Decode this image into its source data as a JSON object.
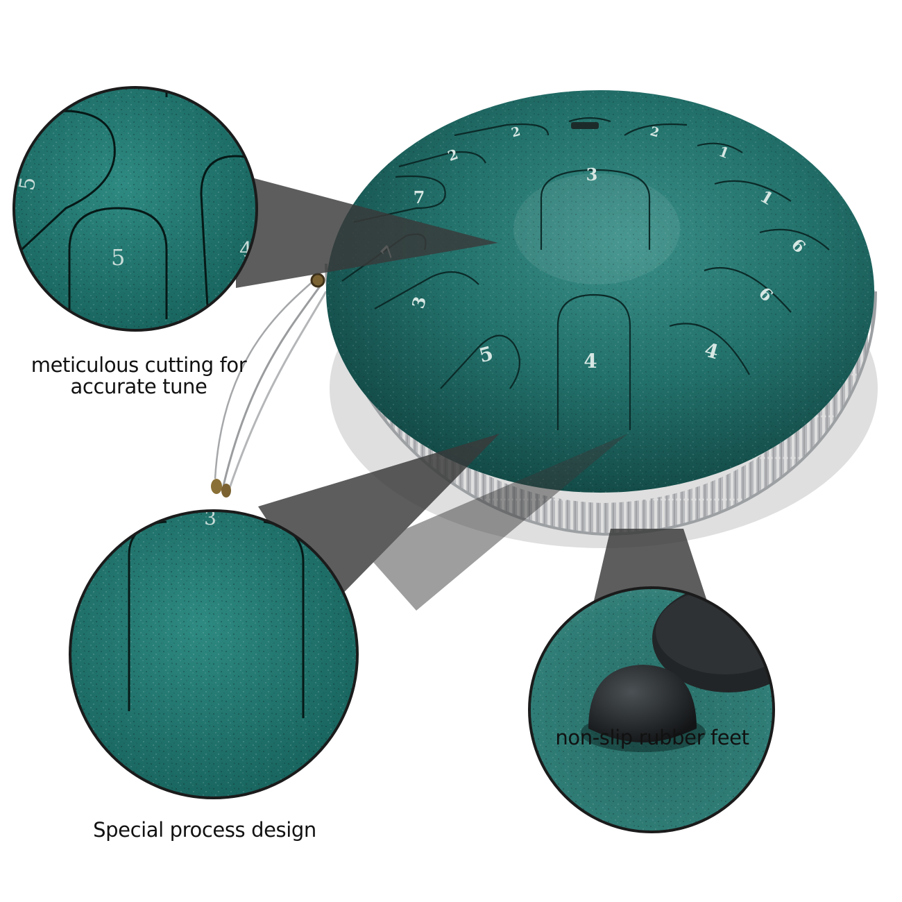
{
  "product": {
    "name": "",
    "colors": {
      "body": "#1f6e68",
      "body_dark": "#0e3f3c",
      "body_light": "#2f8a82",
      "fringe": "#b6b8bb",
      "callout_shadow": "#4a4a4a",
      "rubber_foot": "#2a2d2f"
    },
    "tongue_numbers": [
      "3",
      "2",
      "1",
      "1",
      "6",
      "6",
      "4",
      "4",
      "5",
      "3",
      "7",
      "7",
      "2",
      "2"
    ]
  },
  "callouts": [
    {
      "id": "cutting",
      "caption": "meticulous cutting for\naccurate tune",
      "detail_numbers": [
        "5",
        "5",
        "4"
      ]
    },
    {
      "id": "process",
      "caption": "Special process design",
      "detail_numbers": [
        "3"
      ]
    },
    {
      "id": "feet",
      "caption": "non-slip rubber feet",
      "detail_numbers": []
    }
  ]
}
